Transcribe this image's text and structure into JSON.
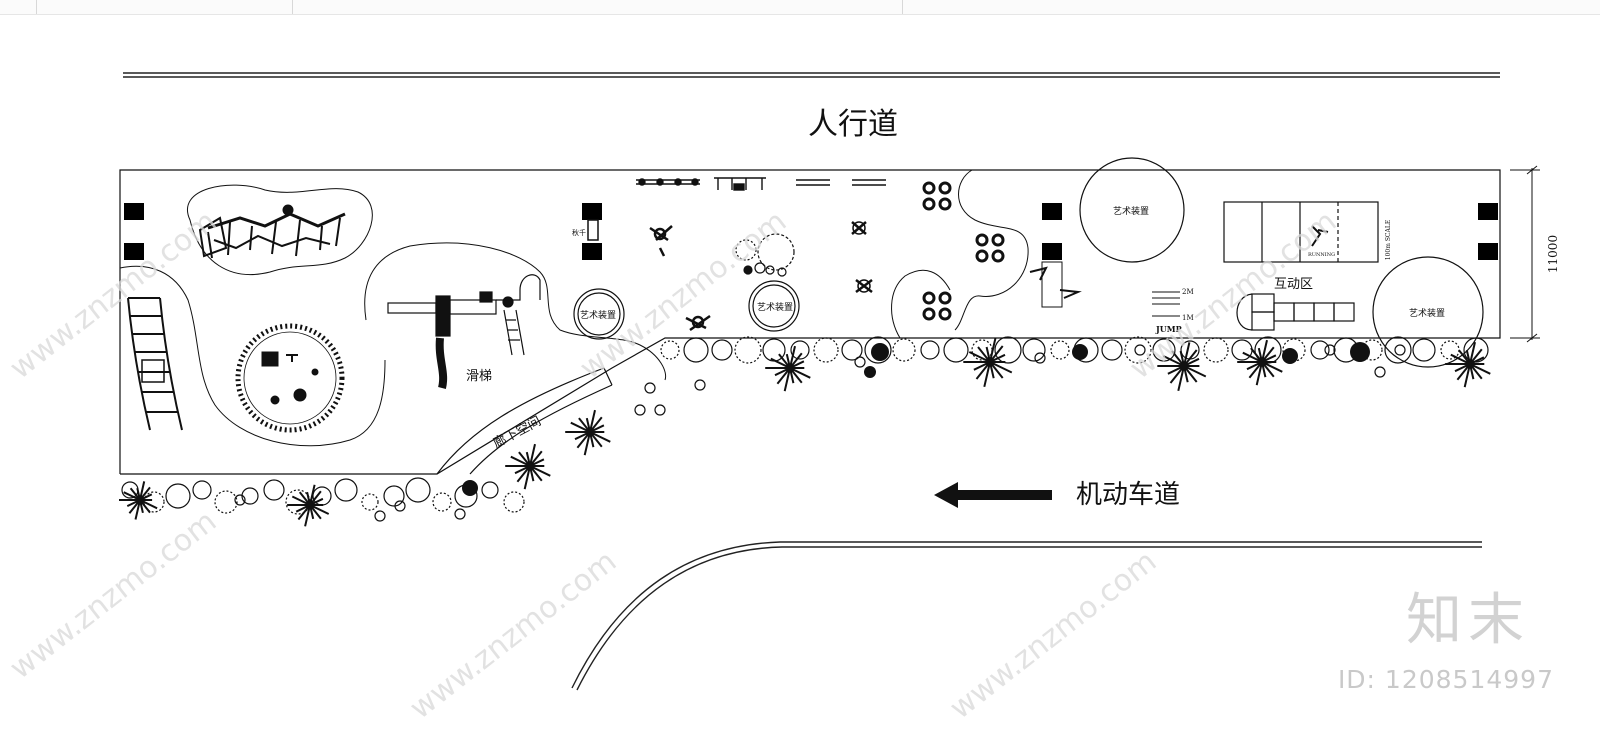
{
  "labels": {
    "sidewalk": "人行道",
    "vehicle_lane": "机动车道",
    "slide": "滑梯",
    "under_bridge": "廊下空间",
    "interactive_zone": "互动区",
    "art_installation": "艺术装置",
    "swing": "秋千",
    "dimension": "11000",
    "jump": "JUMP",
    "jump_2m": "2M",
    "jump_1m": "1M",
    "running": "RUNNING",
    "scale_note": "100m SCALE"
  },
  "watermark": {
    "site": "www.znzmo.com",
    "brand": "知末",
    "id": "ID: 1208514997"
  },
  "colors": {
    "line": "#111111",
    "watermark": "#d9d9d9"
  }
}
